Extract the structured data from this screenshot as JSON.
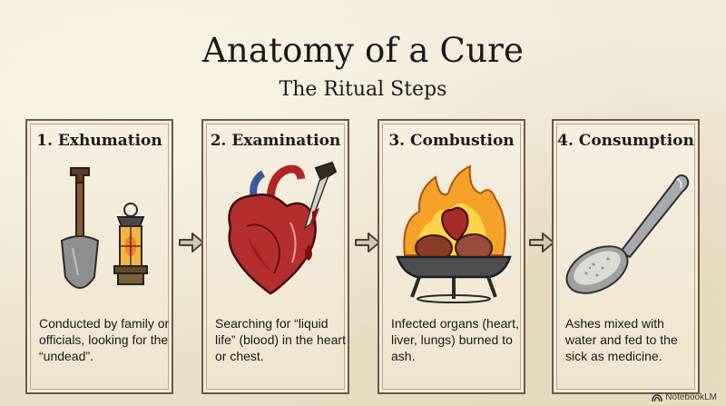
{
  "title": "Anatomy of a Cure",
  "subtitle": "The Ritual Steps",
  "steps": [
    {
      "heading": "1. Exhumation",
      "description": "Conducted by family or officials, looking for the “undead”.",
      "icon": "shovel-lantern-icon"
    },
    {
      "heading": "2. Examination",
      "description": "Searching for “liquid life” (blood) in the heart or chest.",
      "icon": "heart-dropper-icon"
    },
    {
      "heading": "3. Combustion",
      "description": "Infected organs (heart, liver, lungs) burned to ash.",
      "icon": "burning-brazier-icon"
    },
    {
      "heading": "4. Consumption",
      "description": "Ashes mixed with water and fed to the sick as medicine.",
      "icon": "spoon-ash-icon"
    }
  ],
  "brand": "NotebookLM"
}
